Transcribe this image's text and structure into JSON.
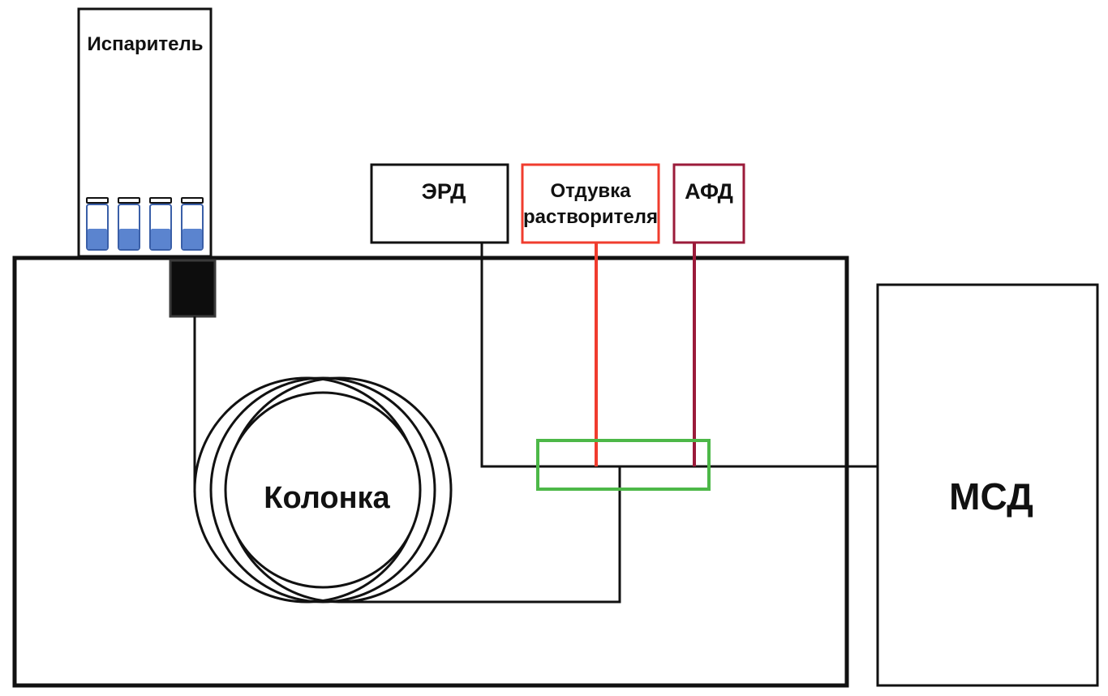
{
  "labels": {
    "evaporator": "Испаритель",
    "erd": "ЭРД",
    "solvent_purge_line1": "Отдувка",
    "solvent_purge_line2": "растворителя",
    "afd": "АФД",
    "column": "Колонка",
    "msd": "МСД"
  },
  "colors": {
    "outline": "#111111",
    "solvent_purge": "#f03c2e",
    "afd": "#9b1b3a",
    "splitter": "#4db848",
    "vial_liquid": "#5b84cf",
    "injector_block": "#0d0d0d"
  }
}
